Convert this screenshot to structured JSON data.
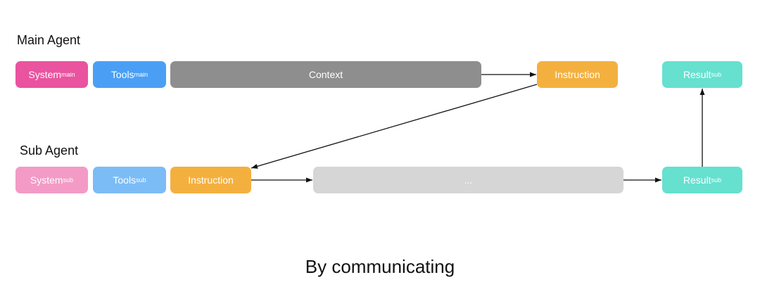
{
  "main_row": {
    "label": "Main Agent",
    "system": {
      "text": "System",
      "sub": "main",
      "color": "#ea539f"
    },
    "tools": {
      "text": "Tools",
      "sub": "main",
      "color": "#4a9ff5"
    },
    "context": {
      "text": "Context",
      "color": "#8e8e8e"
    },
    "instruction": {
      "text": "Instruction",
      "color": "#f4b03f"
    },
    "result": {
      "text": "Result",
      "sub": "sub",
      "color": "#66e0cf"
    }
  },
  "sub_row": {
    "label": "Sub Agent",
    "system": {
      "text": "System",
      "sub": "sub",
      "color": "#f39bc6"
    },
    "tools": {
      "text": "Tools",
      "sub": "sub",
      "color": "#7cbcf6"
    },
    "instruction": {
      "text": "Instruction",
      "color": "#f4b03f"
    },
    "ellipsis": {
      "text": "...",
      "color": "#d6d6d6"
    },
    "result": {
      "text": "Result",
      "sub": "sub",
      "color": "#66e0cf"
    }
  },
  "caption": "By communicating"
}
